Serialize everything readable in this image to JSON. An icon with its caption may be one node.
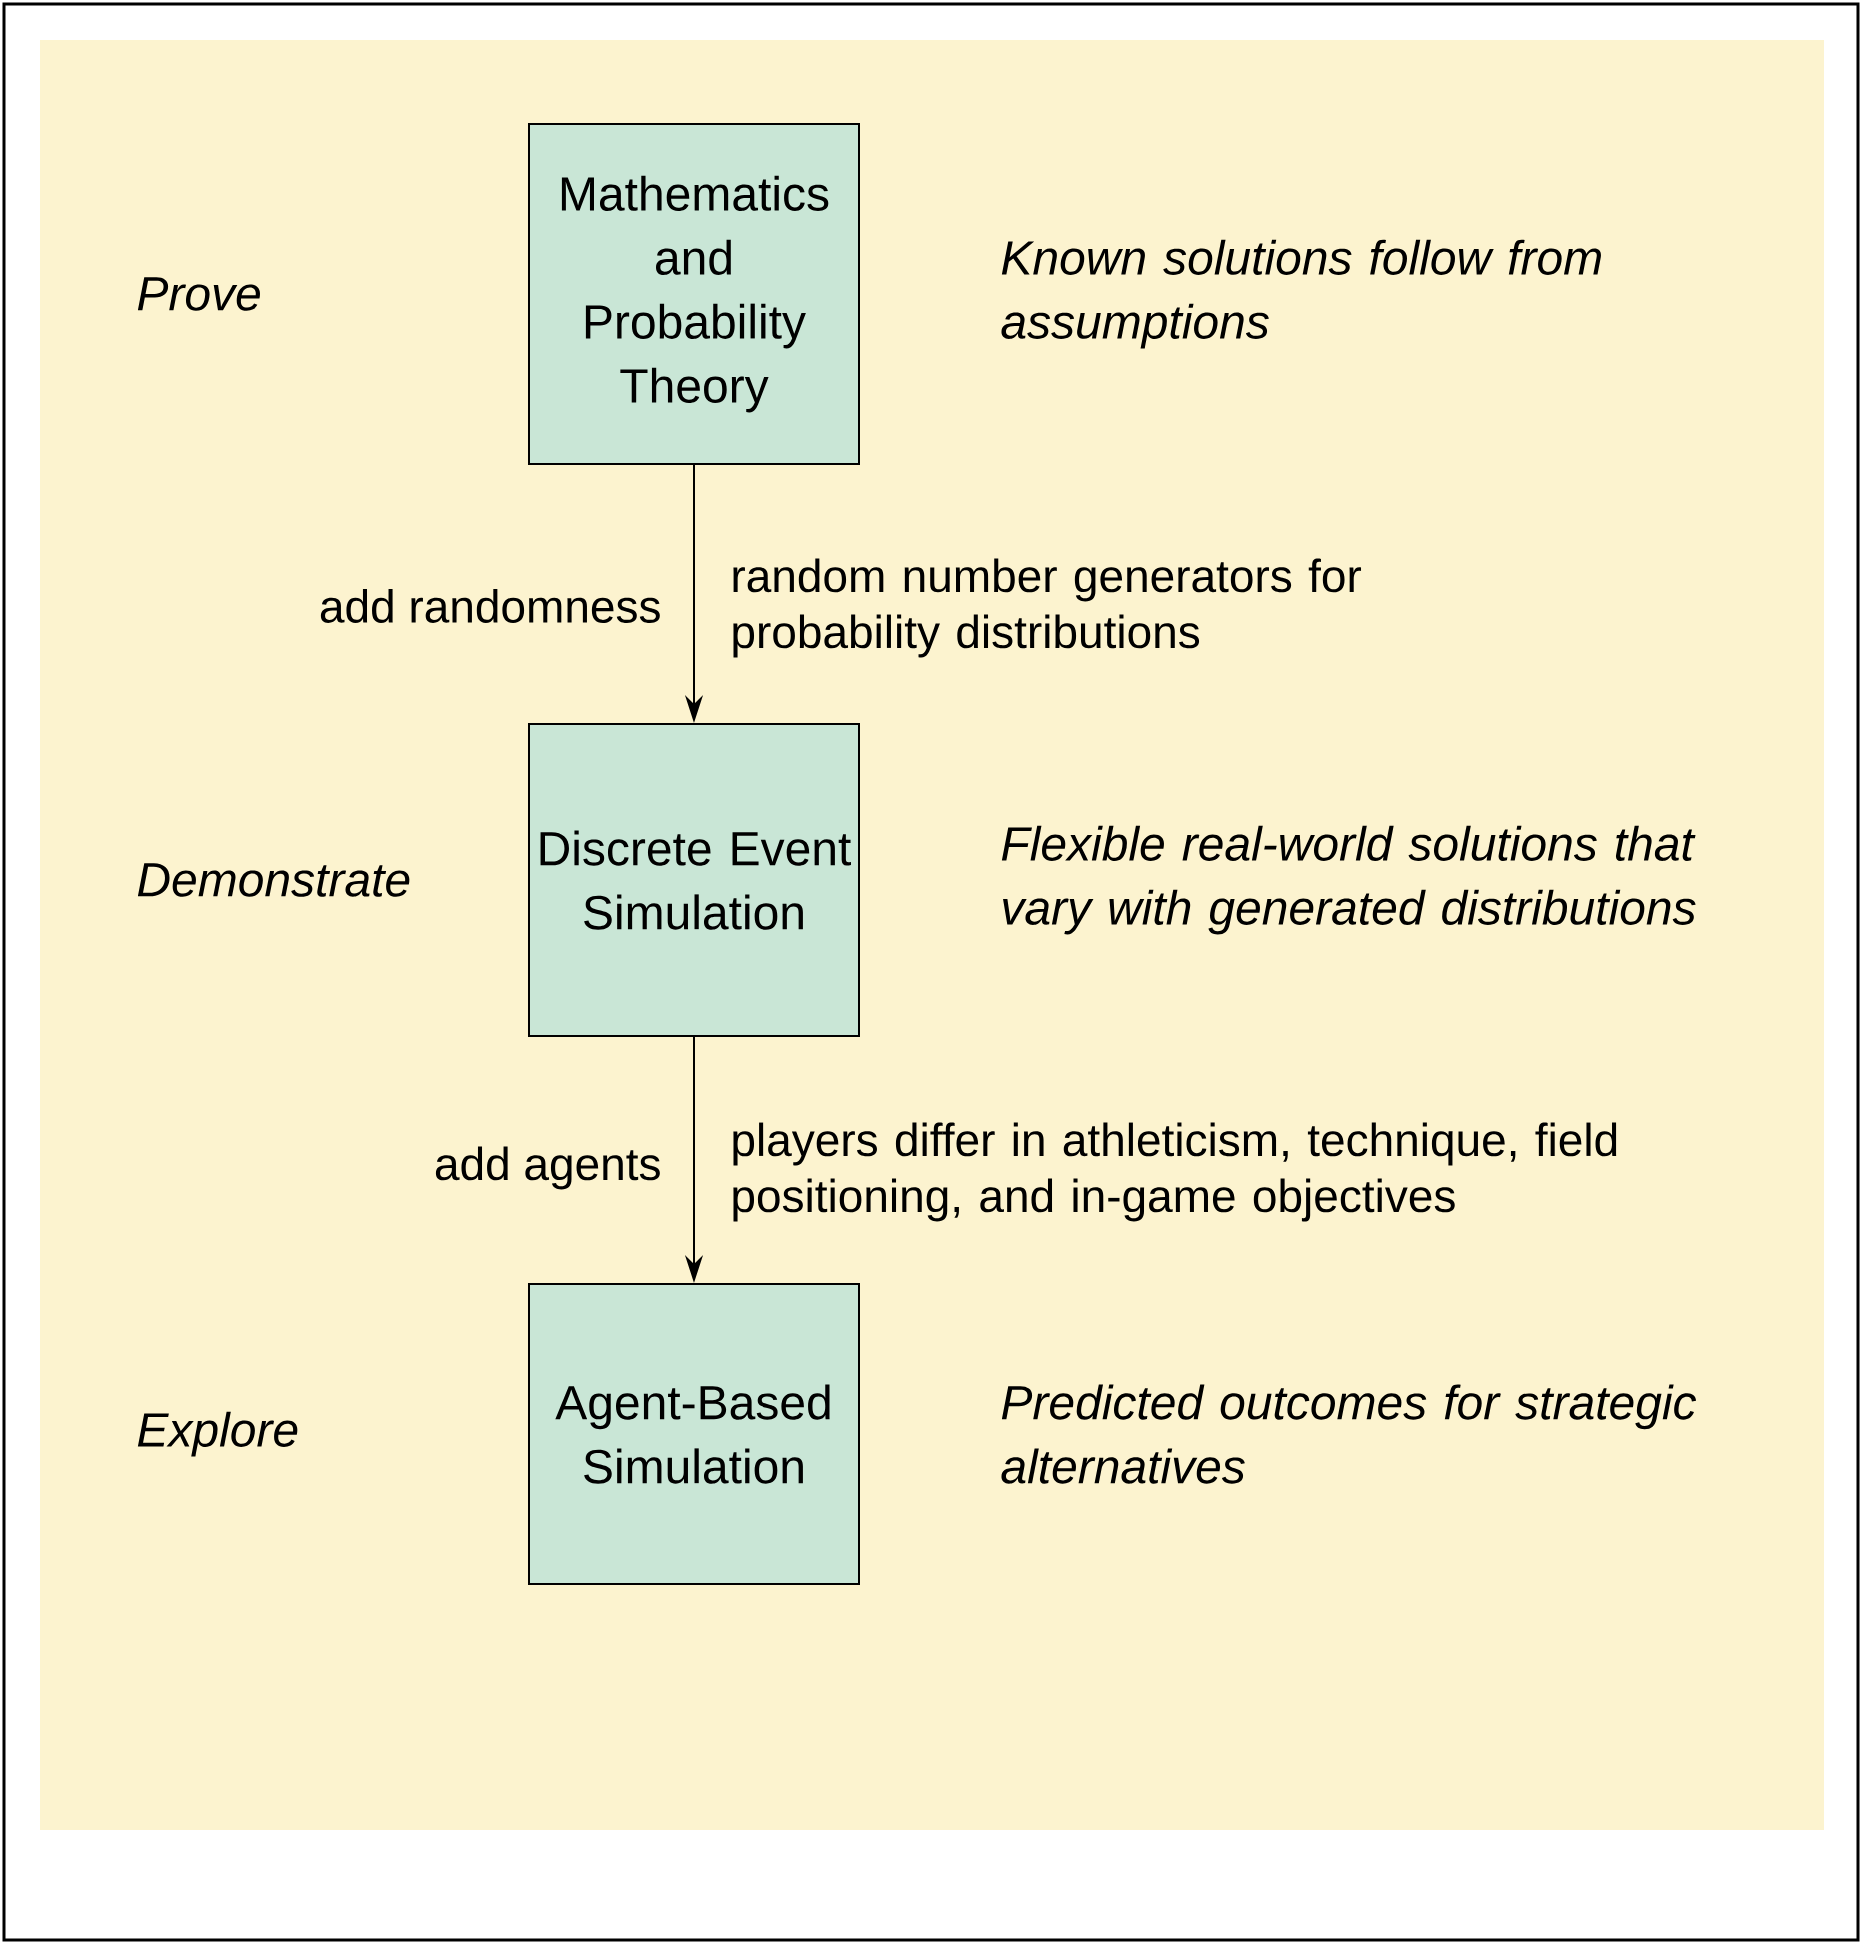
{
  "diagram": {
    "nodes": [
      {
        "text": [
          "Mathematics and Probability Theory"
        ],
        "beside": [
          "Known solutions follow from assumptions"
        ]
      },
      {
        "text": [
          "Discrete Event Simulation"
        ],
        "beside": [
          "Flexible real-world solutions that vary with generated distributions"
        ]
      },
      {
        "text": [
          "Agent-Based Simulation"
        ],
        "beside": [
          "Predicted outcomes for strategic alternatives"
        ]
      }
    ],
    "edges": [
      {
        "from": 0,
        "to": 1,
        "arrow": "to",
        "label": "add randomness"
      },
      {
        "from": 1,
        "to": 2,
        "arrow": "to",
        "label": "add agents"
      }
    ],
    "labels": [
      "Prove",
      "random number generators for probability distributions",
      "Demonstrate",
      "players differ in athleticism, technique, field positioning, and in-game objectives",
      "Explore"
    ]
  }
}
